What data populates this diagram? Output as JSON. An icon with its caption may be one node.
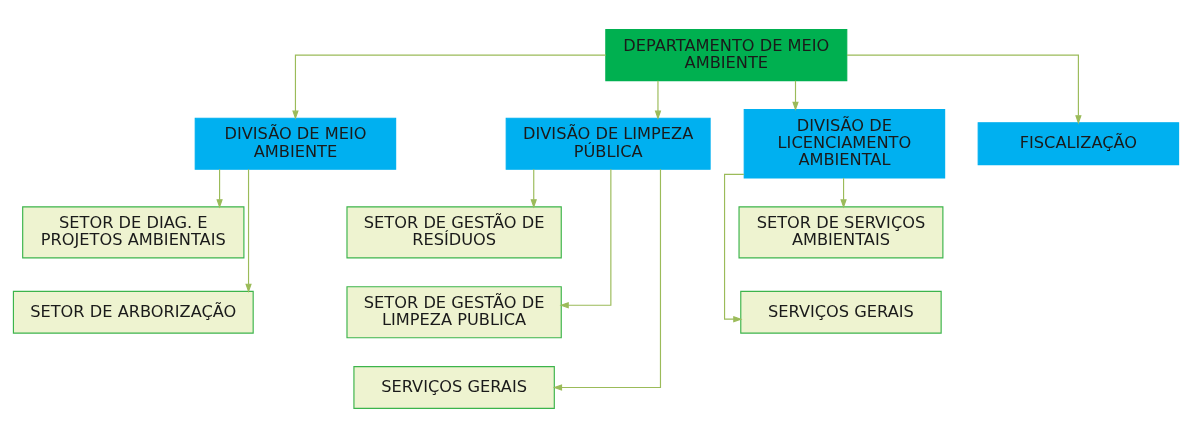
{
  "diagram": {
    "nodes": [
      {
        "text": [
          "DEPARTAMENTO DE MEIO AMBIENTE"
        ]
      },
      {
        "text": [
          "DIVISÃO DE MEIO AMBIENTE"
        ]
      },
      {
        "text": [
          "DIVISÃO DE LIMPEZA PÚBLICA"
        ]
      },
      {
        "text": [
          "DIVISÃO DE LICENCIAMENTO AMBIENTAL"
        ]
      },
      {
        "text": [
          "FISCALIZAÇÃO"
        ]
      },
      {
        "text": [
          "SETOR DE DIAG. E PROJETOS AMBIENTAIS"
        ]
      },
      {
        "text": [
          "SETOR DE ARBORIZAÇÃO"
        ]
      },
      {
        "text": [
          "SETOR DE GESTÃO DE RESÍDUOS"
        ]
      },
      {
        "text": [
          "SETOR DE GESTÃO DE LIMPEZA PUBLICA"
        ]
      },
      {
        "text": [
          "SERVIÇOS GERAIS"
        ]
      },
      {
        "text": [
          "SETOR DE SERVIÇOS AMBIENTAIS"
        ]
      },
      {
        "text": [
          "SERVIÇOS GERAIS"
        ]
      }
    ],
    "edges": [
      {
        "from": 0,
        "to": 1,
        "arrow": "to"
      },
      {
        "from": 0,
        "to": 2,
        "arrow": "to"
      },
      {
        "from": 0,
        "to": 3,
        "arrow": "to"
      },
      {
        "from": 0,
        "to": 4,
        "arrow": "to"
      },
      {
        "from": 1,
        "to": 5,
        "arrow": "to"
      },
      {
        "from": 1,
        "to": 6,
        "arrow": "to"
      },
      {
        "from": 2,
        "to": 7,
        "arrow": "to"
      },
      {
        "from": 2,
        "to": 8,
        "arrow": "to"
      },
      {
        "from": 2,
        "to": 9,
        "arrow": "to"
      },
      {
        "from": 3,
        "to": 10,
        "arrow": "to"
      },
      {
        "from": 3,
        "to": 11,
        "arrow": "to"
      }
    ]
  }
}
